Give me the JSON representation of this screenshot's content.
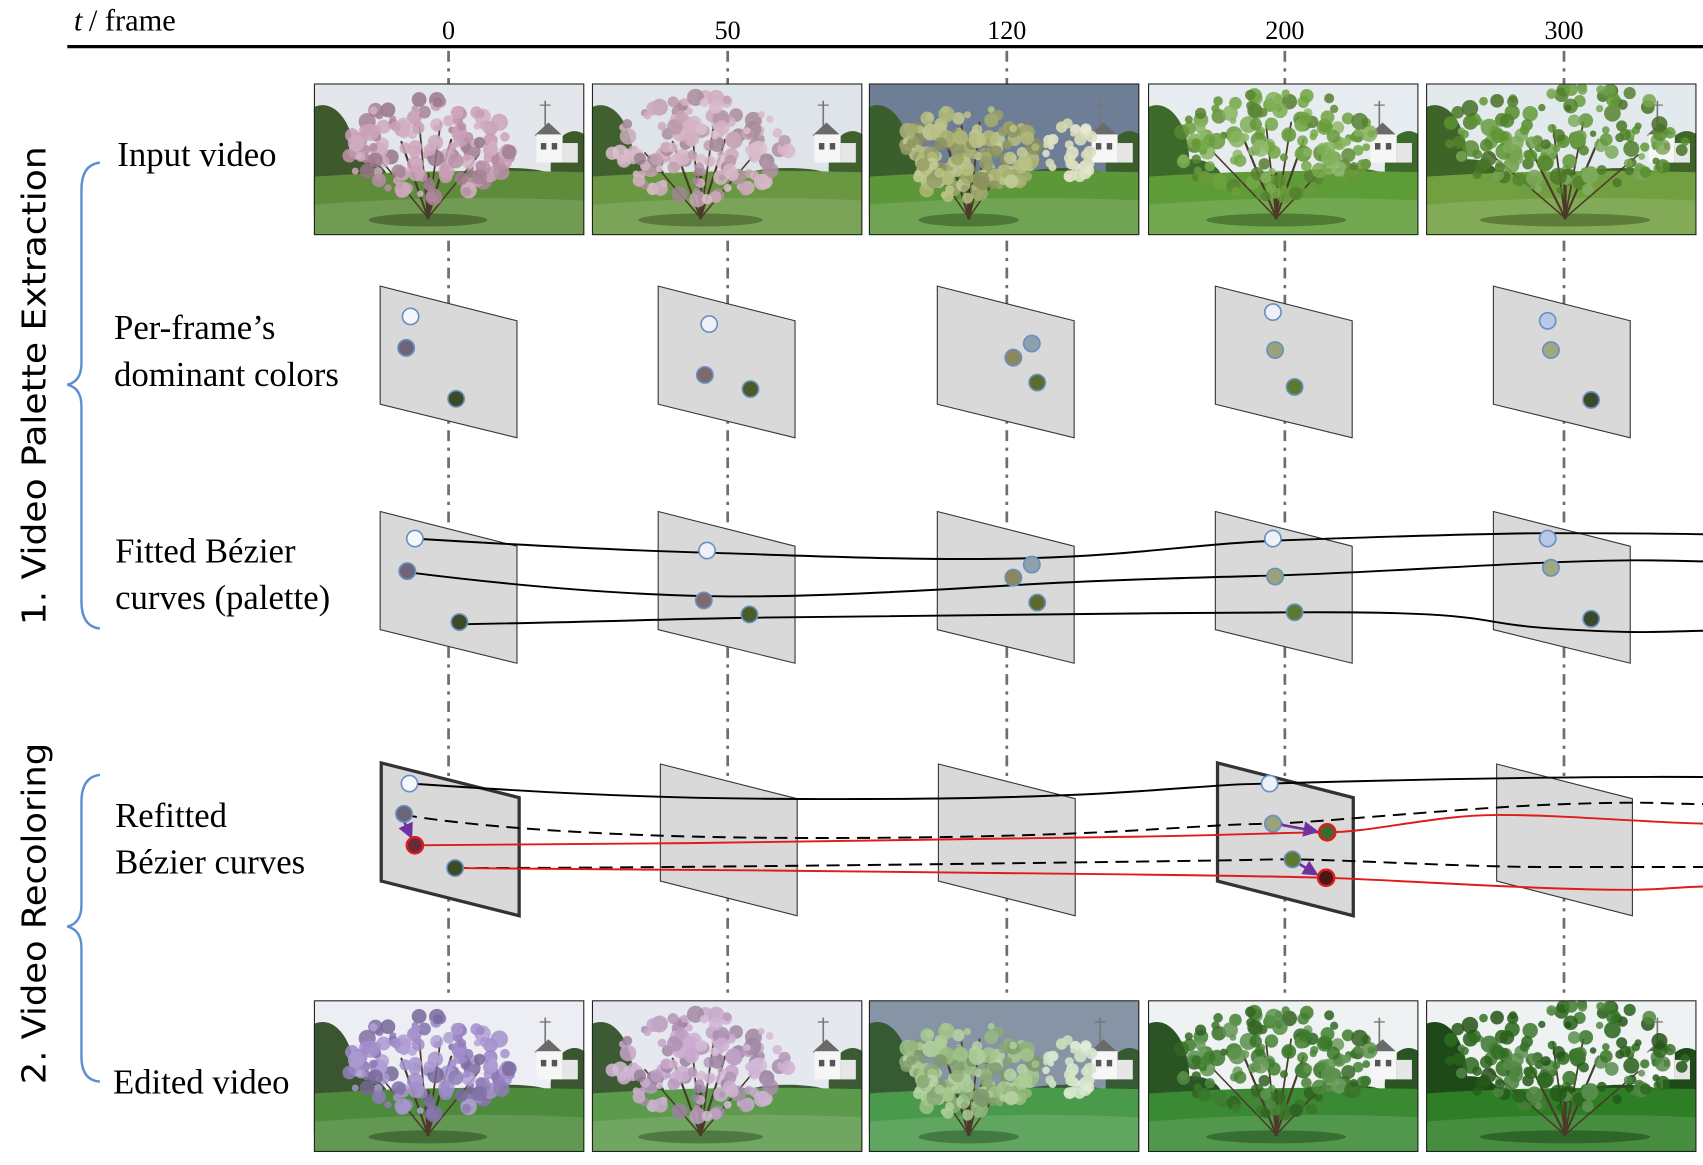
{
  "header": {
    "axis_var": "t",
    "axis_unit": "/ frame",
    "frames": [
      "0",
      "50",
      "120",
      "200",
      "300"
    ]
  },
  "sections": {
    "extraction": "1. Video Palette Extraction",
    "recoloring": "2. Video Recoloring"
  },
  "rows": {
    "input_video": "Input video",
    "dominant_colors": [
      "Per-frame’s",
      "dominant colors"
    ],
    "fitted_curves": [
      "Fitted Bézier",
      "curves (palette)"
    ],
    "refitted_curves": [
      "Refitted",
      "Bézier curves"
    ],
    "edited_video": "Edited video"
  },
  "style_colors": {
    "brace": "#5b8fd0",
    "edited_frame_border": "#1f6fbf",
    "refitted_curve": "#e01b1b",
    "edit_arrow": "#7030a0",
    "plane": "#d9d9d9",
    "dot_outline": "#6a8fc0",
    "new_dot_outline": "#e01b1b",
    "curve": "#000000"
  },
  "palette_dots": [
    [
      "#f4f7fc",
      "#6b6577",
      "#3b4a27"
    ],
    [
      "#eef2f8",
      "#7d6b6c",
      "#4a5a28"
    ],
    [
      "#8fa0ac",
      "#8a875c",
      "#5b6b2c"
    ],
    [
      "#eef2f8",
      "#9aa27c",
      "#5b7a2d"
    ],
    [
      "#b7c9e6",
      "#a0a880",
      "#3a4a28"
    ]
  ],
  "recolored_dots": {
    "frame_0_mid": "#6a2a3a",
    "frame_200_mid": "#3e6a30",
    "frame_200_dark": "#4a1818"
  },
  "input_video_frames": [
    {
      "sky": "#e3e6ea",
      "canopy": "#c79ab4",
      "grass": "#5e8c3a",
      "trees": "#3e5a2c"
    },
    {
      "sky": "#dfe3ea",
      "canopy": "#d2aec0",
      "grass": "#6a9842",
      "trees": "#40602e"
    },
    {
      "sky": "#6e7e96",
      "canopy": "#b4bc7a",
      "grass": "#5c983a",
      "trees": "#3a5e2c"
    },
    {
      "sky": "#e6ecef",
      "canopy": "#6ea43e",
      "grass": "#5e9c38",
      "trees": "#3c6a2a"
    },
    {
      "sky": "#e2eaee",
      "canopy": "#5c9430",
      "grass": "#72a040",
      "trees": "#3e6428"
    }
  ],
  "edited_video_frames": [
    {
      "sky": "#eceef4",
      "canopy": "#9b86c8",
      "grass": "#4e8a3c",
      "trees": "#3a5630"
    },
    {
      "sky": "#e6e8f0",
      "canopy": "#c8a8cc",
      "grass": "#5c9a4c",
      "trees": "#3c5a34"
    },
    {
      "sky": "#8694a6",
      "canopy": "#a4c88c",
      "grass": "#4a9a4c",
      "trees": "#355a34"
    },
    {
      "sky": "#eef2f2",
      "canopy": "#3e7e2c",
      "grass": "#3a8a34",
      "trees": "#2a5424"
    },
    {
      "sky": "#eef2f2",
      "canopy": "#2e6e1e",
      "grass": "#2e7e26",
      "trees": "#1e4a1a"
    }
  ]
}
